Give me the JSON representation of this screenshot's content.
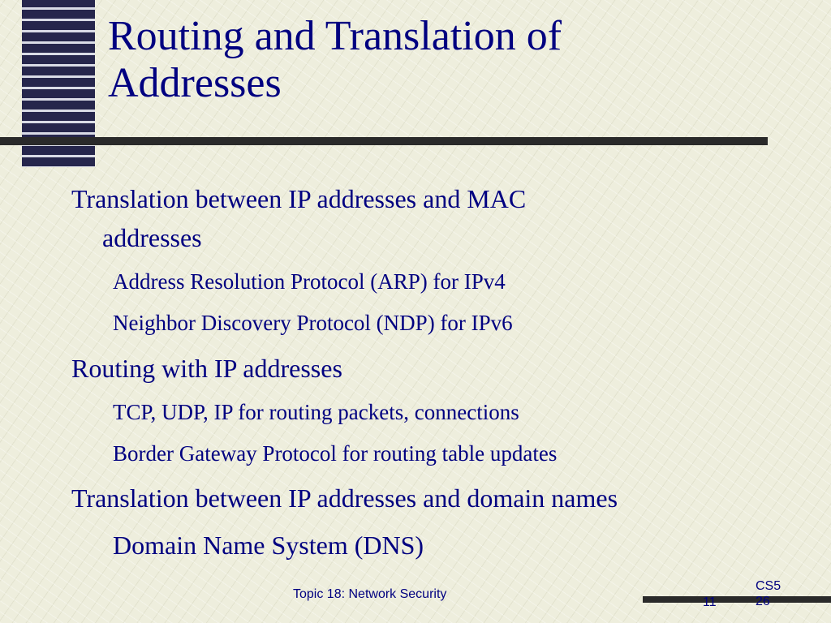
{
  "slide": {
    "title_line1": "Routing and Translation of",
    "title_line2": "Addresses",
    "bullets": [
      {
        "text_line1": "Translation between IP addresses and MAC",
        "text_line2": "addresses",
        "sub": [
          "Address Resolution Protocol (ARP) for IPv4",
          "Neighbor Discovery Protocol (NDP) for IPv6"
        ]
      },
      {
        "text": "Routing with IP addresses",
        "sub": [
          "TCP, UDP, IP for routing packets, connections",
          "Border Gateway Protocol for routing table updates"
        ]
      },
      {
        "text": "Translation between IP addresses and domain names",
        "sub": [
          "Domain Name System (DNS)"
        ]
      }
    ]
  },
  "footer": {
    "topic": "Topic 18: Network Security",
    "page_number": "11",
    "course_line1": "CS5",
    "course_line2": "26"
  }
}
